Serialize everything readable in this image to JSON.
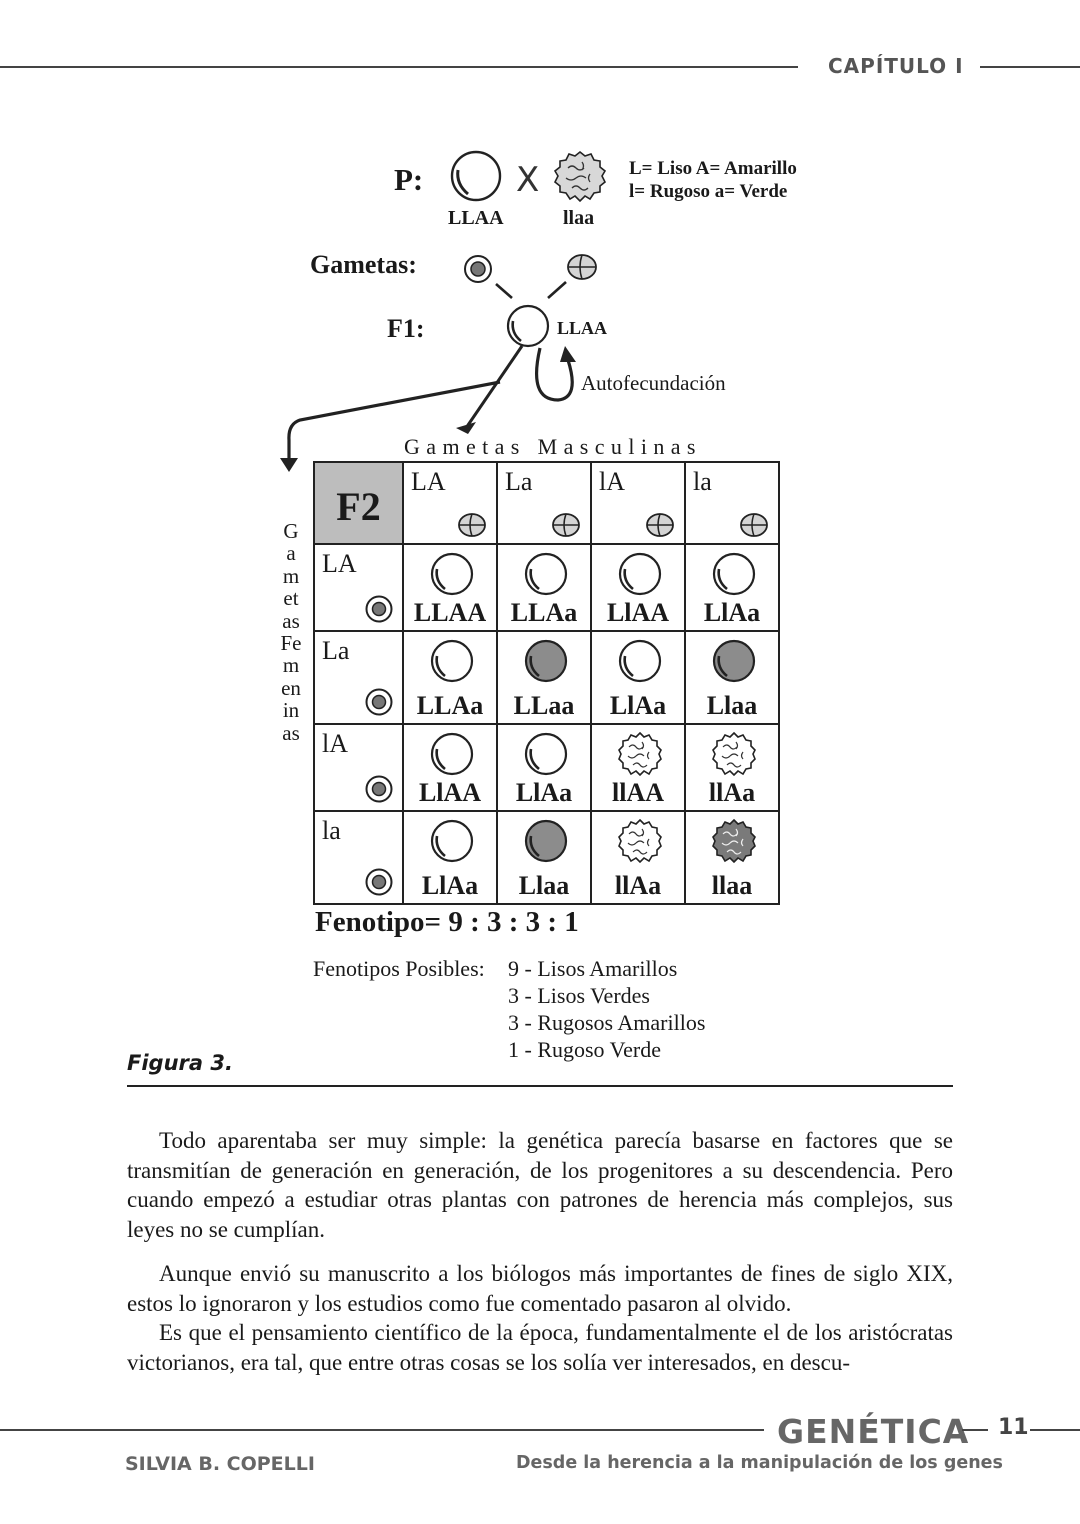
{
  "header": {
    "chapter": "CAPÍTULO I"
  },
  "figure": {
    "p_label": "P:",
    "cross_symbol": "X",
    "legend_line1": "L= Liso   A= Amarillo",
    "legend_line2": "l= Rugoso   a= Verde",
    "parent_smooth_genotype": "LLAA",
    "parent_wrinkled_genotype": "llaa",
    "gametes_label": "Gametas:",
    "f1_label": "F1:",
    "f1_genotype": "LLAA",
    "selffert_label": "Autofecundación",
    "male_gametes_label": "Gametas Masculinas",
    "female_gametes_label": "GametasFemeninas",
    "grid": {
      "corner_label": "F2",
      "male_gametes": [
        "LA",
        "La",
        "lA",
        "la"
      ],
      "female_gametes": [
        "LA",
        "La",
        "lA",
        "la"
      ],
      "cells": [
        [
          {
            "g": "LLAA",
            "seed": "smooth-yellow"
          },
          {
            "g": "LLAa",
            "seed": "smooth-yellow"
          },
          {
            "g": "LlAA",
            "seed": "smooth-yellow"
          },
          {
            "g": "LlAa",
            "seed": "smooth-yellow"
          }
        ],
        [
          {
            "g": "LLAa",
            "seed": "smooth-yellow"
          },
          {
            "g": "LLaa",
            "seed": "smooth-green"
          },
          {
            "g": "LlAa",
            "seed": "smooth-yellow"
          },
          {
            "g": "Llaa",
            "seed": "smooth-green"
          }
        ],
        [
          {
            "g": "LlAA",
            "seed": "smooth-yellow"
          },
          {
            "g": "LlAa",
            "seed": "smooth-yellow"
          },
          {
            "g": "llAA",
            "seed": "wrinkled-yellow"
          },
          {
            "g": "llAa",
            "seed": "wrinkled-yellow"
          }
        ],
        [
          {
            "g": "LlAa",
            "seed": "smooth-yellow"
          },
          {
            "g": "Llaa",
            "seed": "smooth-green"
          },
          {
            "g": "llAa",
            "seed": "wrinkled-yellow"
          },
          {
            "g": "llaa",
            "seed": "wrinkled-green"
          }
        ]
      ]
    },
    "phenotype_ratio": "Fenotipo=  9 : 3 : 3 : 1",
    "possible_label": "Fenotipos Posibles:",
    "possible_list": [
      "9 - Lisos Amarillos",
      "3 - Lisos Verdes",
      "3 - Rugosos Amarillos",
      "1 - Rugoso Verde"
    ],
    "caption": "Figura 3."
  },
  "body": {
    "paragraphs": [
      "Todo aparentaba ser muy simple: la genética parecía basarse en factores que se transmitían de generación en generación, de los progenitores a su descendencia. Pero cuando empezó a estudiar otras plantas con patrones de herencia más complejos, sus leyes no se cumplían.",
      "Aunque envió su manuscrito a los biólogos más importantes de fines de siglo XIX, estos lo ignoraron y los estudios como fue comentado pasaron al olvido.",
      " Es que el pensamiento científico de la época, fundamentalmente el de los aristó­cratas victorianos, era tal, que entre otras cosas se los solía ver interesados, en descu-"
    ]
  },
  "footer": {
    "title": "GENÉTICA",
    "page_number": "11",
    "author": "SILVIA B. COPELLI",
    "subtitle": "Desde la herencia a la manipulación de los genes"
  },
  "colors": {
    "seed_green": "#8c8c8c",
    "corner_fill": "#bdbdbd",
    "footer_gray": "#666666"
  }
}
